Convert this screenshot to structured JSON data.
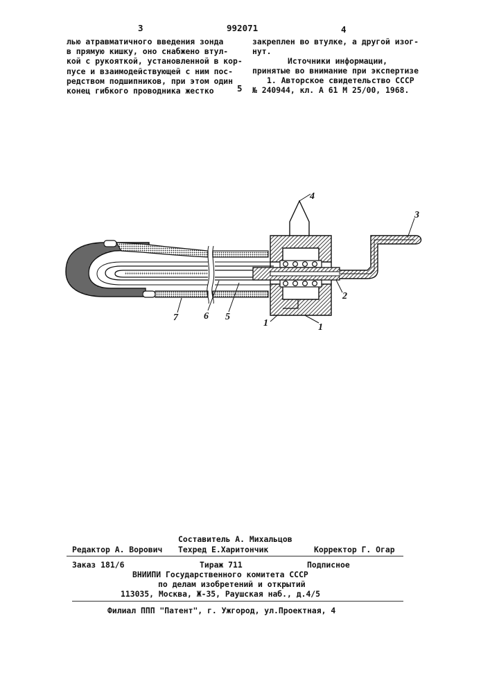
{
  "header": {
    "left_page": "3",
    "patent_number": "992071",
    "right_page": "4"
  },
  "left_column": [
    "лью атравматичного введения зонда",
    "в прямую кишку, оно снабжено втул-",
    "кой с рукояткой, установленной в кор-",
    "пусе и взаимодействующей с ним пос-",
    "редством подшипников, при этом один",
    "конец гибкого проводника жестко"
  ],
  "line_number": "5",
  "right_column": {
    "lines": [
      "закреплен во втулке, а другой изог-",
      "нут."
    ],
    "sources_title": "Источники информации,",
    "sources_subtitle": "принятые во внимание при экспертизе",
    "references": [
      "1. Авторское свидетельство СССР",
      "№ 240944, кл. А 61 М 25/00, 1968."
    ]
  },
  "figure": {
    "labels": {
      "l1a": "1",
      "l1b": "1",
      "l2": "2",
      "l3": "3",
      "l4": "4",
      "l5": "5",
      "l6": "6",
      "l7": "7"
    }
  },
  "footer": {
    "compiler": "Составитель А. Михальцов",
    "editor": "Редактор А. Ворович",
    "techred": "Техред Е.Харитончик",
    "corrector": "Корректор Г. Огар",
    "order": "Заказ 181/6",
    "circulation": "Тираж 711",
    "subscription": "Подписное",
    "org_line1": "ВНИИПИ Государственного комитета СССР",
    "org_line2": "по делам изобретений и открытий",
    "address": "113035, Москва, Ж-35, Раушская наб., д.4/5",
    "branch": "Филиал ППП \"Патент\", г. Ужгород, ул.Проектная, 4"
  }
}
